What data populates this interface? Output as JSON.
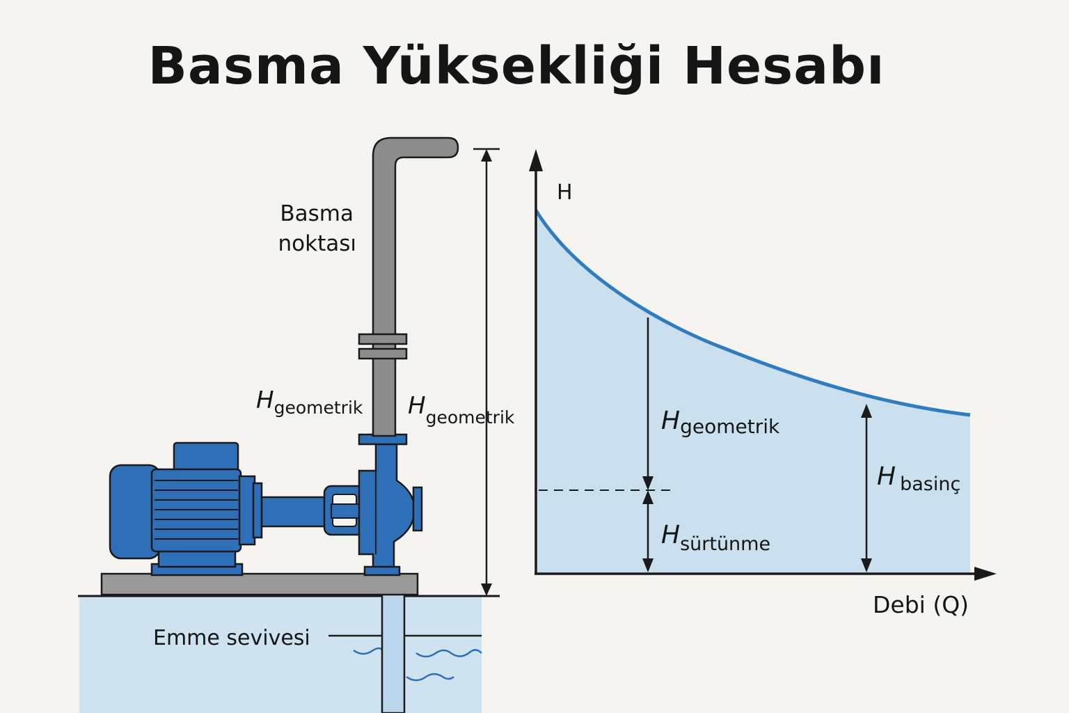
{
  "title": "Basma Yüksekliği Hesabı",
  "labels": {
    "discharge_point_line1": "Basma",
    "discharge_point_line2": "noktası",
    "suction_level": "Emme sevivesi",
    "h_symbol": "H",
    "geo_sub": "geometrik",
    "friction_sub": "sürtünme",
    "pressure_sub": "basinç",
    "y_axis": "H",
    "x_axis": "Debi (Q)"
  },
  "colors": {
    "background": "#f6f4f1",
    "pump_blue": "#2f6fb8",
    "pipe_gray": "#8d8d8d",
    "water_fill": "#cfe2ef",
    "curve_blue": "#2f7cc0",
    "chart_fill": "#cbe0ee"
  }
}
